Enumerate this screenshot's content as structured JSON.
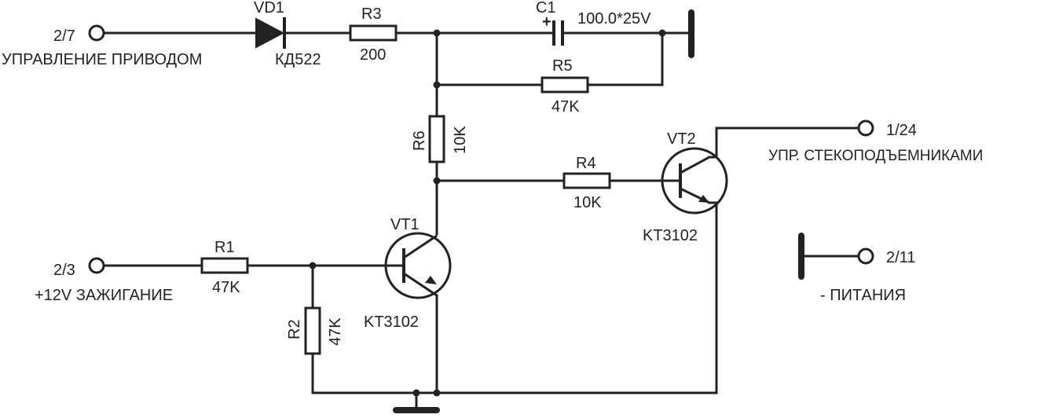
{
  "terminals": {
    "t27": {
      "pin": "2/7",
      "label": "УПРАВЛЕНИЕ ПРИВОДОМ"
    },
    "t23": {
      "pin": "2/3",
      "label": "+12V ЗАЖИГАНИЕ"
    },
    "t124": {
      "pin": "1/24",
      "label": "УПР. СТЕКОПОДЪЕМНИКАМИ"
    },
    "t211": {
      "pin": "2/11",
      "label": "- ПИТАНИЯ"
    }
  },
  "components": {
    "vd1": {
      "ref": "VD1",
      "value": "КД522"
    },
    "r3": {
      "ref": "R3",
      "value": "200"
    },
    "c1": {
      "ref": "C1",
      "value": "100.0*25V",
      "polarity": "+"
    },
    "r5": {
      "ref": "R5",
      "value": "47K"
    },
    "r6": {
      "ref": "R6",
      "value": "10K"
    },
    "r4": {
      "ref": "R4",
      "value": "10K"
    },
    "vt1": {
      "ref": "VT1",
      "value": "KT3102"
    },
    "vt2": {
      "ref": "VT2",
      "value": "KT3102"
    },
    "r1": {
      "ref": "R1",
      "value": "47K"
    },
    "r2": {
      "ref": "R2",
      "value": "47K"
    }
  }
}
